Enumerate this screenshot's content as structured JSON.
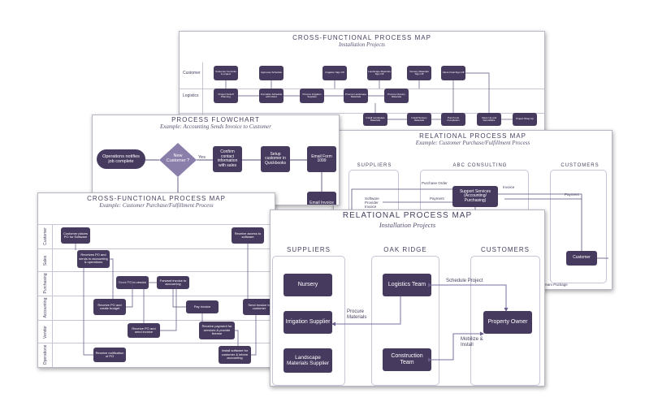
{
  "card1": {
    "title": "CROSS-FUNCTIONAL PROCESS MAP",
    "subtitle": "Installation Projects",
    "lanes": [
      "Customer",
      "Logistics"
    ],
    "boxes": [
      "Customer Commits to project",
      "Approves Schedule",
      "Irrigation Sign Off",
      "Landscape Materials Sign Off",
      "Nursery Materials Sign Off",
      "Client Final Sign Off",
      "Project Kickoff Planning",
      "Formalize Schedule with Client",
      "Procure Irrigation Supplies",
      "Procure Landscape Materials",
      "Procure Nursery Materials",
      "Install Landscape Materials",
      "Install Nursery Materials",
      "Punch List Completion",
      "Clean Up and Demobilize",
      "Project Wrap Up"
    ]
  },
  "card2": {
    "title": "PROCESS FLOWCHART",
    "subtitle": "Example: Accounting Sends Invoice to Customer",
    "boxes": {
      "b1": "Operations notifies job complete",
      "b2": "Confirm contact information with sales",
      "b3": "Setup customer in Quickbooks",
      "b4": "Email Form 1099",
      "b5": "Email Invoice"
    },
    "decision": "New Customer ?",
    "yes": "Yes"
  },
  "card3": {
    "title": "RELATIONAL PROCESS MAP",
    "subtitle": "Example: Customer Purchase/Fulfillment Process",
    "cols": [
      "SUPPLIERS",
      "ABC CONSULTING",
      "CUSTOMERS"
    ],
    "boxes": {
      "support": "Support Services (Accounting/ Purchasing)",
      "customer": "Customer"
    },
    "labels": {
      "po": "Purchase Order",
      "invoice": "Invoice",
      "payment1": "Payment",
      "payment2": "Payment",
      "spi": "Software Provider Invoice",
      "package": "Team Package"
    }
  },
  "card4": {
    "title": "CROSS-FUNCTIONAL PROCESS MAP",
    "subtitle": "Example: Customer Purchase/Fulfillment Process",
    "lanes": [
      "Customer",
      "Sales",
      "Purchasing",
      "Accounting",
      "Vendor",
      "Operations"
    ],
    "boxes": {
      "c1": "Customer places PO for Software",
      "c2": "Receive access to software",
      "s1": "Receives PO and sends to accounting & operations",
      "p1": "Send PO to vendor",
      "p2": "Forward invoice to accounting",
      "a1": "Receive PO and create budget",
      "a2": "Pay invoice",
      "a3": "Send invoice to customer",
      "v1": "Receive PO and send invoice",
      "v2": "Receive payment for services & provide license",
      "o1": "Receive notification of PO",
      "o2": "Install software for customer & inform accounting"
    }
  },
  "card5": {
    "title": "RELATIONAL PROCESS MAP",
    "subtitle": "Installation Projects",
    "cols": [
      "SUPPLIERS",
      "OAK RIDGE",
      "CUSTOMERS"
    ],
    "boxes": {
      "nursery": "Nursery",
      "irrigation": "Irrigation Supplier",
      "landscape": "Landscape Materials Supplier",
      "logistics": "Logistics Team",
      "construction": "Construction Team",
      "owner": "Property Owner"
    },
    "labels": {
      "procure": "Procure Materials",
      "schedule": "Schedule Project",
      "mobilize": "Mobilize & Install"
    }
  }
}
